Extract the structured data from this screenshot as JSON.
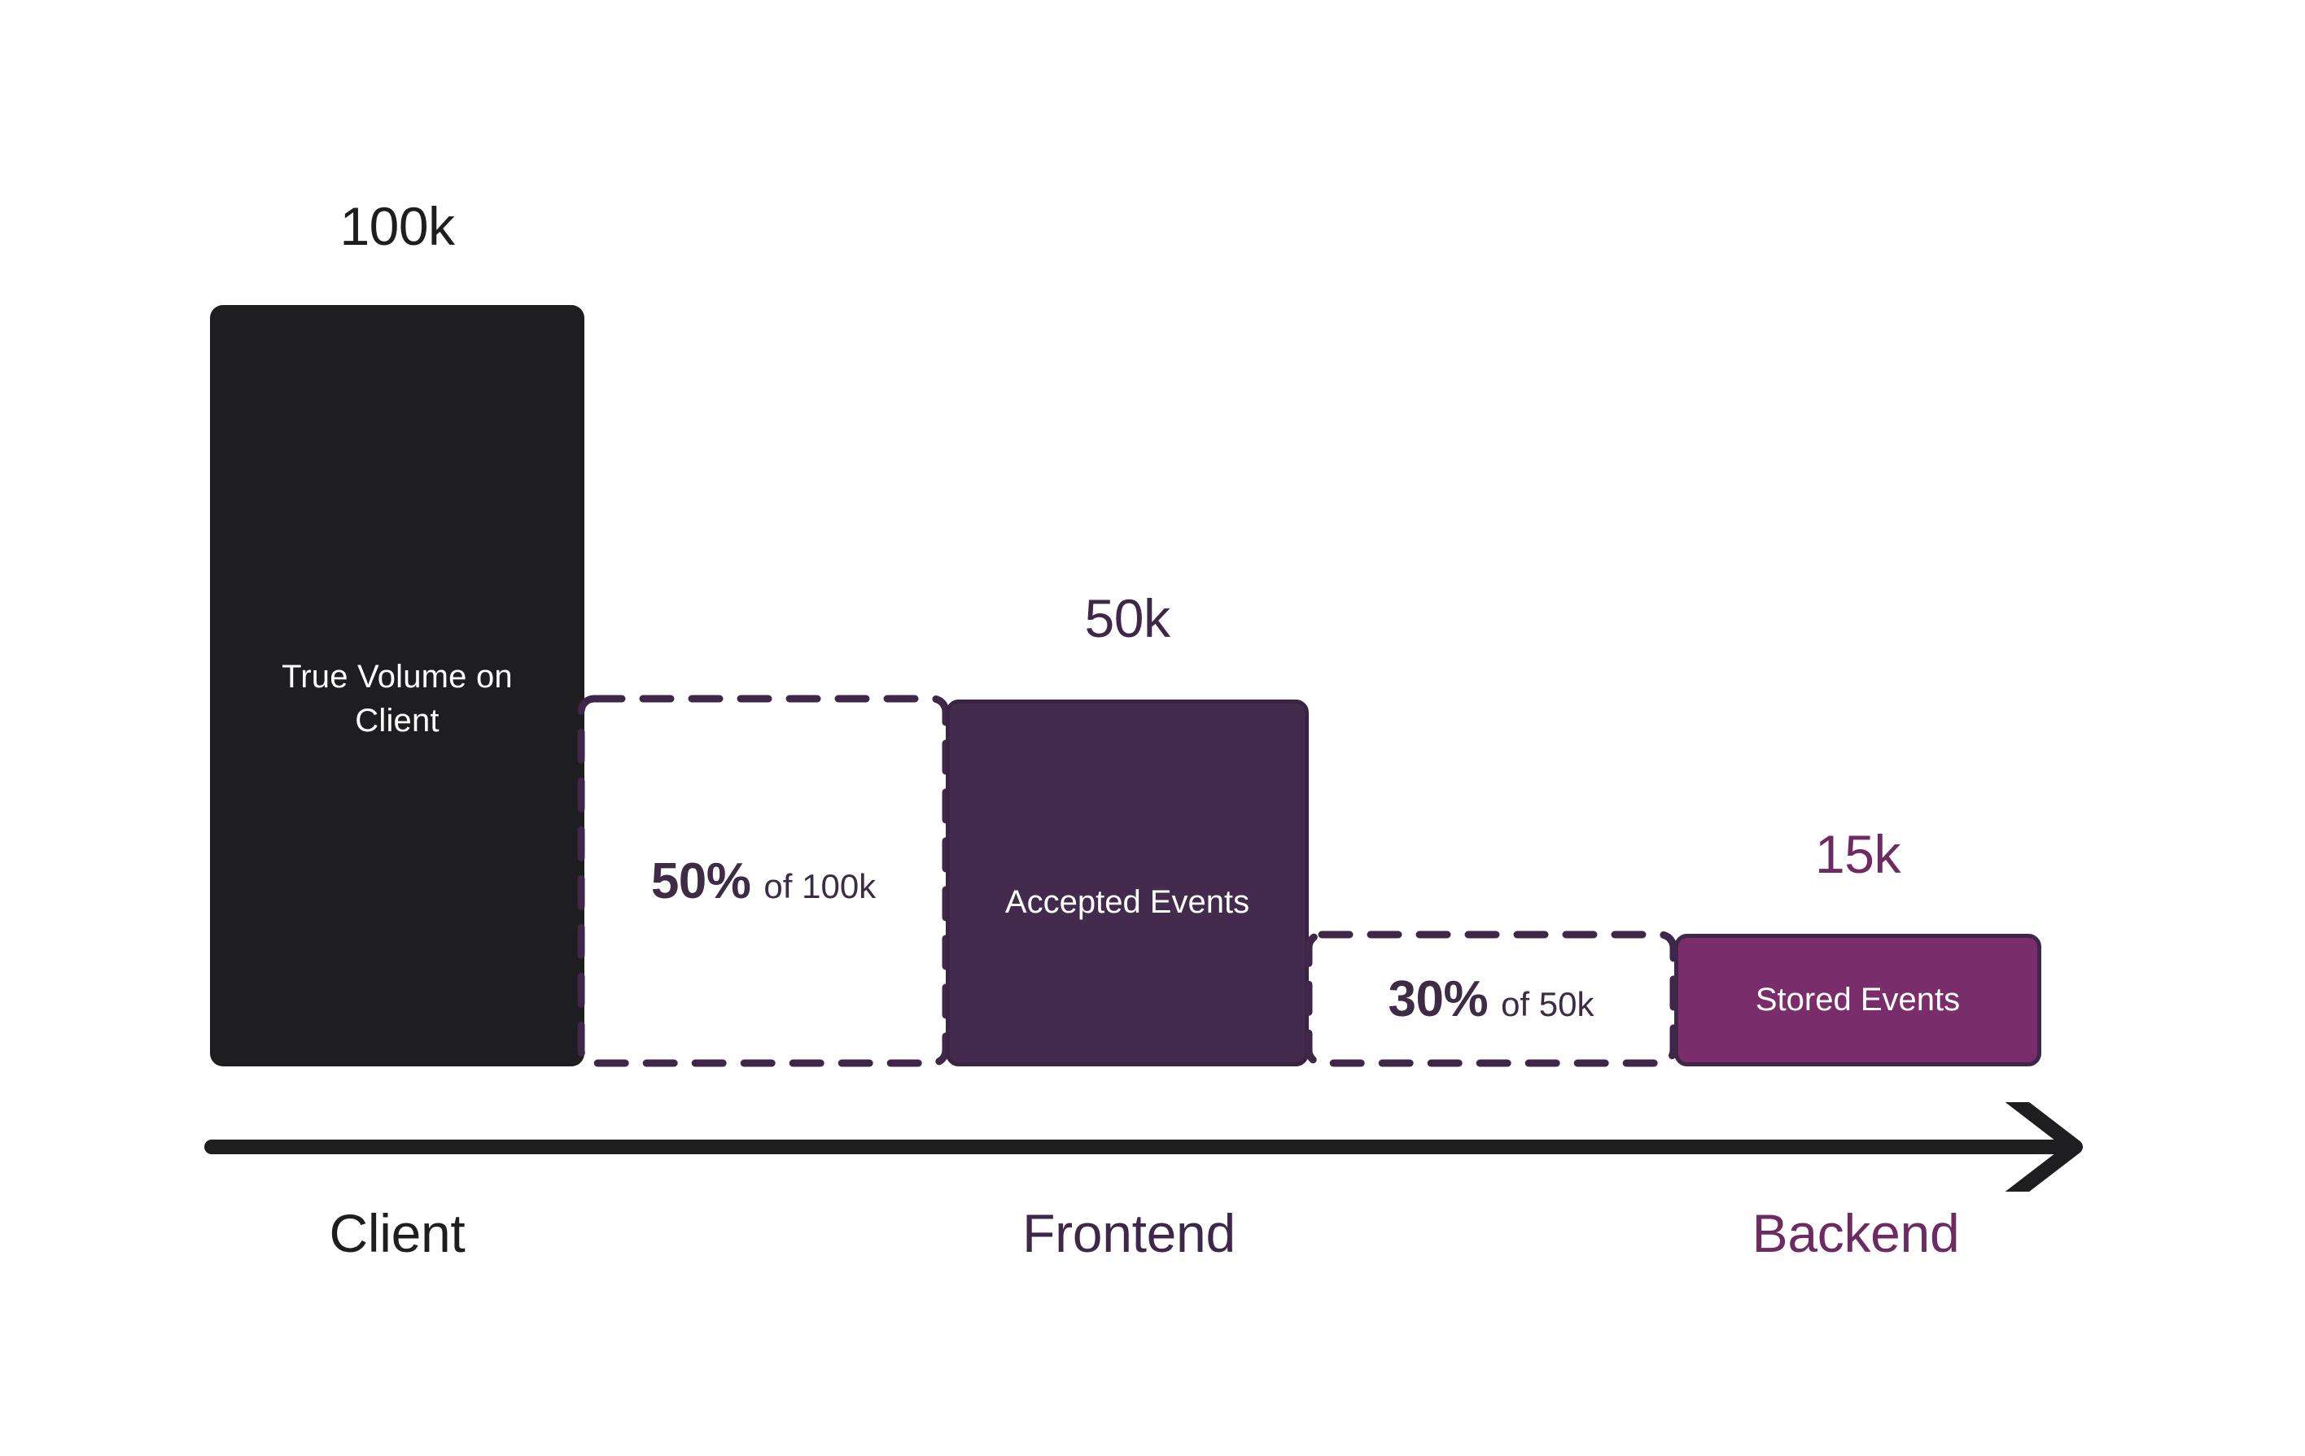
{
  "chart_data": {
    "type": "bar",
    "title": "",
    "subtitle": "",
    "xlabel": "",
    "ylabel": "",
    "grid": false,
    "legend": "none",
    "description": "Event volume funnel showing drop-off from Client to Frontend to Backend",
    "categories": [
      "Client",
      "Frontend",
      "Backend"
    ],
    "values": [
      100000,
      50000,
      15000
    ],
    "value_labels": [
      "100k",
      "50k",
      "15k"
    ],
    "bar_labels": [
      "True Volume on Client",
      "Accepted Events",
      "Stored Events"
    ],
    "bar_colors": [
      "#1E1E21",
      "#432B4D",
      "#7A2D6B"
    ],
    "dropoffs": [
      {
        "percent": "50%",
        "of_text": "of 100k",
        "from": 100000,
        "to": 50000,
        "rate": 0.5
      },
      {
        "percent": "30%",
        "of_text": "of 50k",
        "from": 50000,
        "to": 15000,
        "rate": 0.3
      }
    ],
    "ylim": [
      0,
      100000
    ]
  },
  "bars": {
    "client": {
      "value_label": "100k",
      "inner_label": "True Volume on Client",
      "fill": "#1E1E21"
    },
    "frontend": {
      "value_label": "50k",
      "inner_label": "Accepted Events",
      "fill": "#432B4D"
    },
    "backend": {
      "value_label": "15k",
      "inner_label": "Stored Events",
      "fill": "#7A2D6B"
    }
  },
  "dropoff_boxes": [
    {
      "percent": "50%",
      "of_label": "of 100k"
    },
    {
      "percent": "30%",
      "of_label": "of 50k"
    }
  ],
  "stages": {
    "client": "Client",
    "frontend": "Frontend",
    "backend": "Backend"
  },
  "colors": {
    "black": "#1E1E21",
    "dark_purple": "#3E2748",
    "bar_purple": "#432B4D",
    "magenta_purple": "#7A2D6B",
    "label_purple": "#6E2A63",
    "dash_purple": "#3E2B46",
    "background": "#FFFFFF",
    "text_on_bar": "#FFFFFF"
  }
}
